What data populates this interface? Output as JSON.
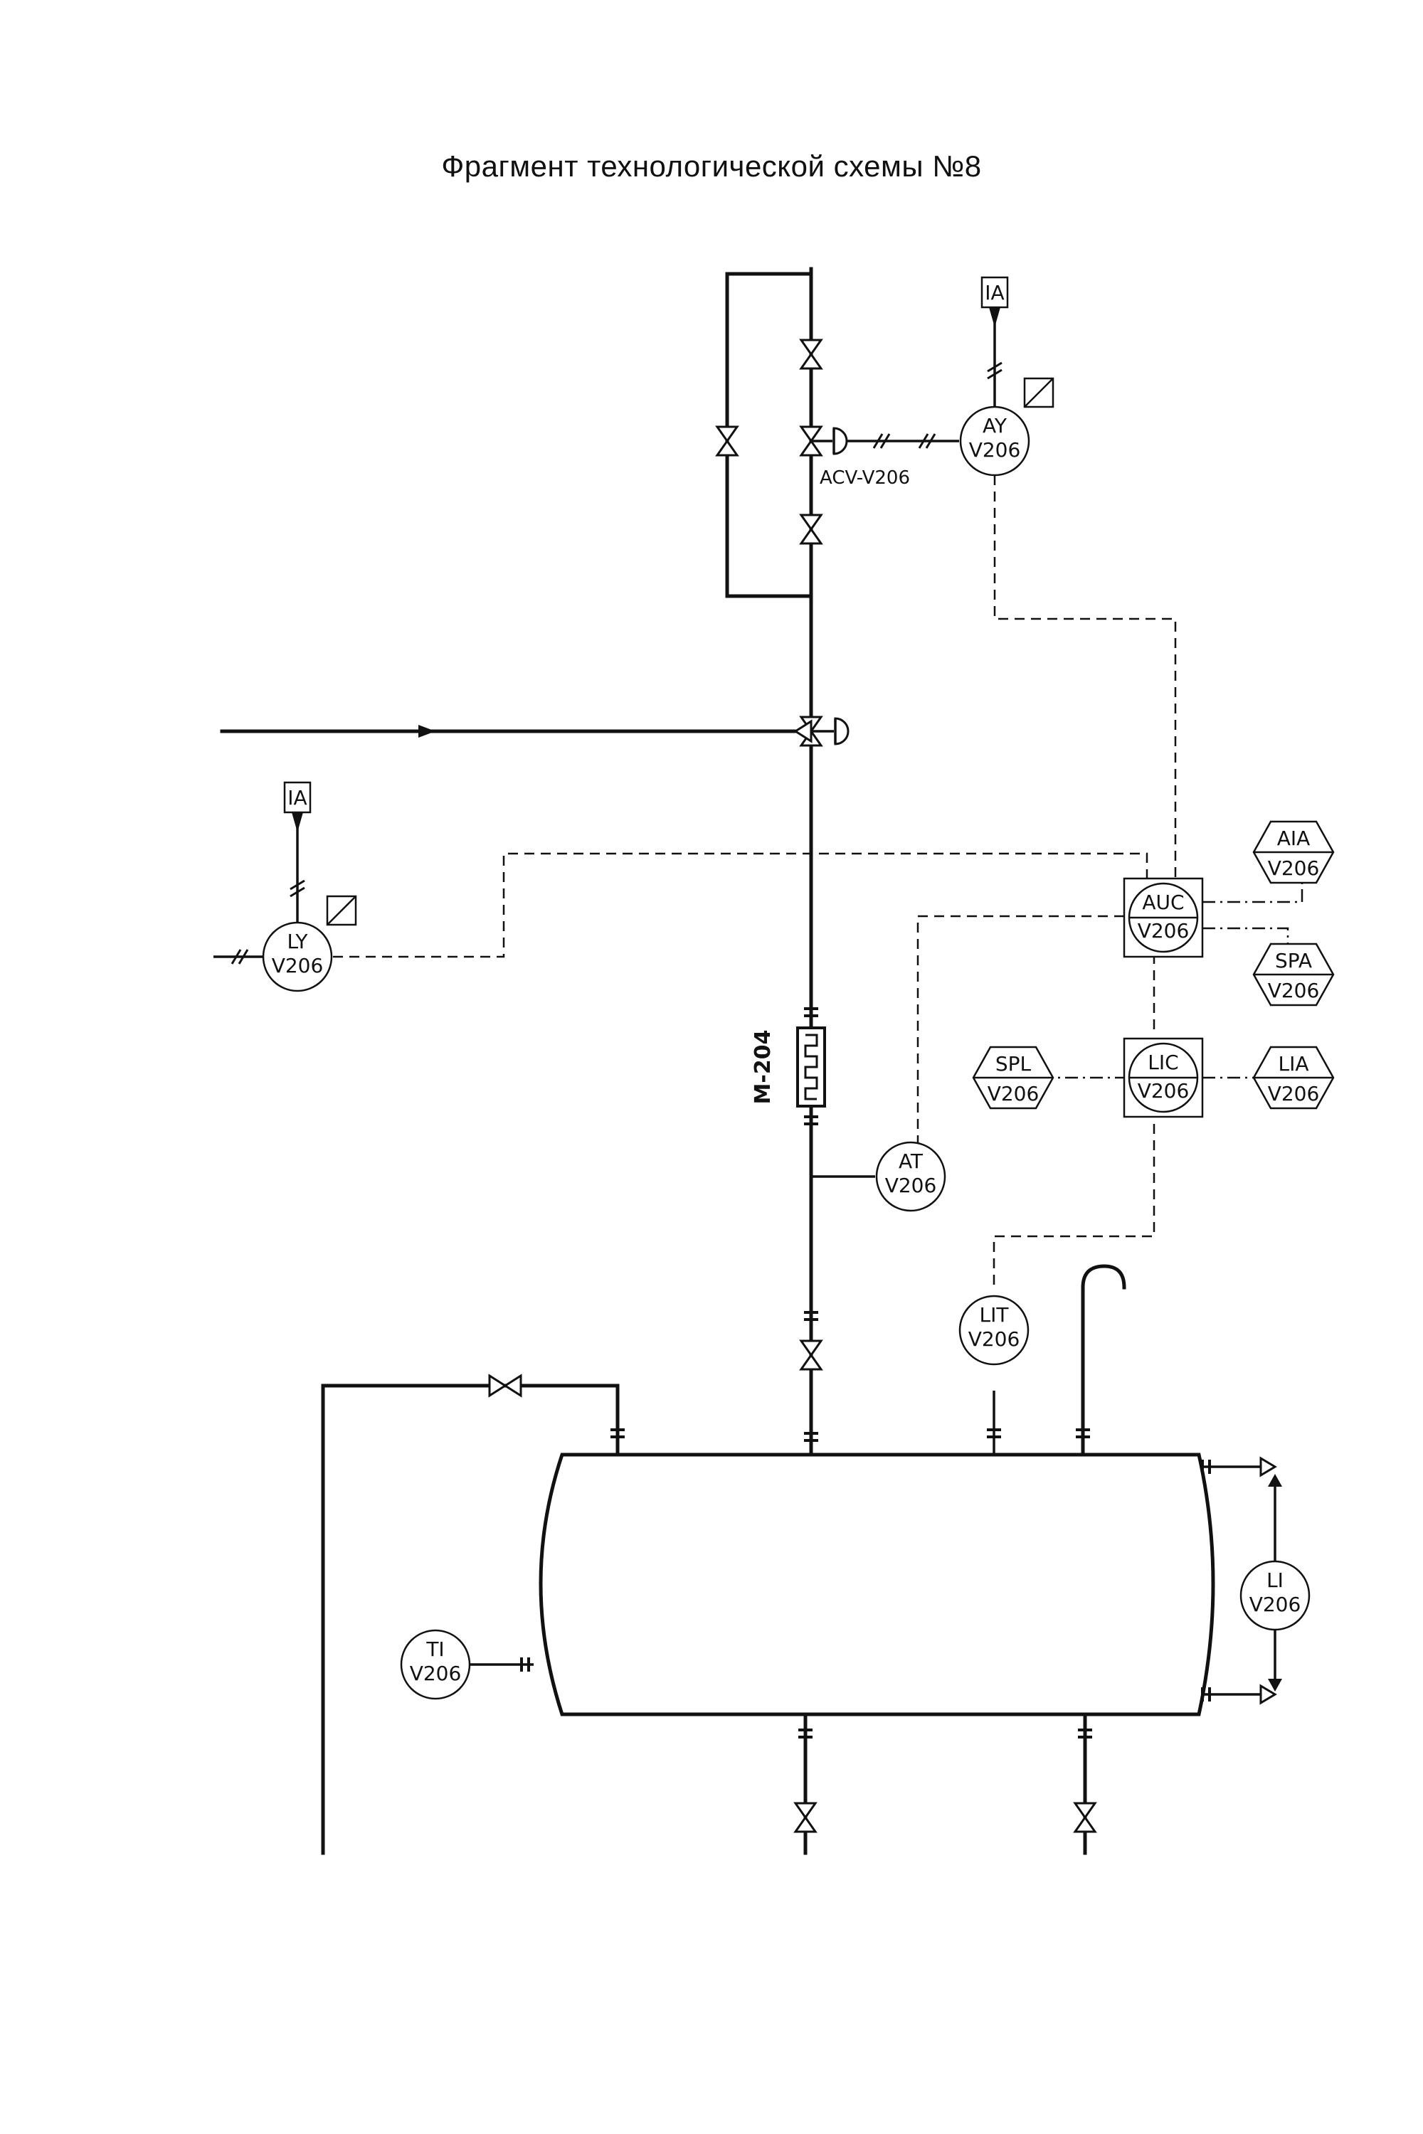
{
  "title": "Фрагмент технологической схемы №8",
  "equipment": {
    "mixer": "M-204",
    "control_valve": "ACV-V206"
  },
  "air_supply": [
    "IA",
    "IA"
  ],
  "instruments": {
    "ay": {
      "func": "AY",
      "tag": "V206"
    },
    "ly": {
      "func": "LY",
      "tag": "V206"
    },
    "auc": {
      "func": "AUC",
      "tag": "V206"
    },
    "lic": {
      "func": "LIC",
      "tag": "V206"
    },
    "aia": {
      "func": "AIA",
      "tag": "V206"
    },
    "spa": {
      "func": "SPA",
      "tag": "V206"
    },
    "spl": {
      "func": "SPL",
      "tag": "V206"
    },
    "lia": {
      "func": "LIA",
      "tag": "V206"
    },
    "at": {
      "func": "AT",
      "tag": "V206"
    },
    "lit": {
      "func": "LIT",
      "tag": "V206"
    },
    "li": {
      "func": "LI",
      "tag": "V206"
    },
    "ti": {
      "func": "TI",
      "tag": "V206"
    }
  }
}
